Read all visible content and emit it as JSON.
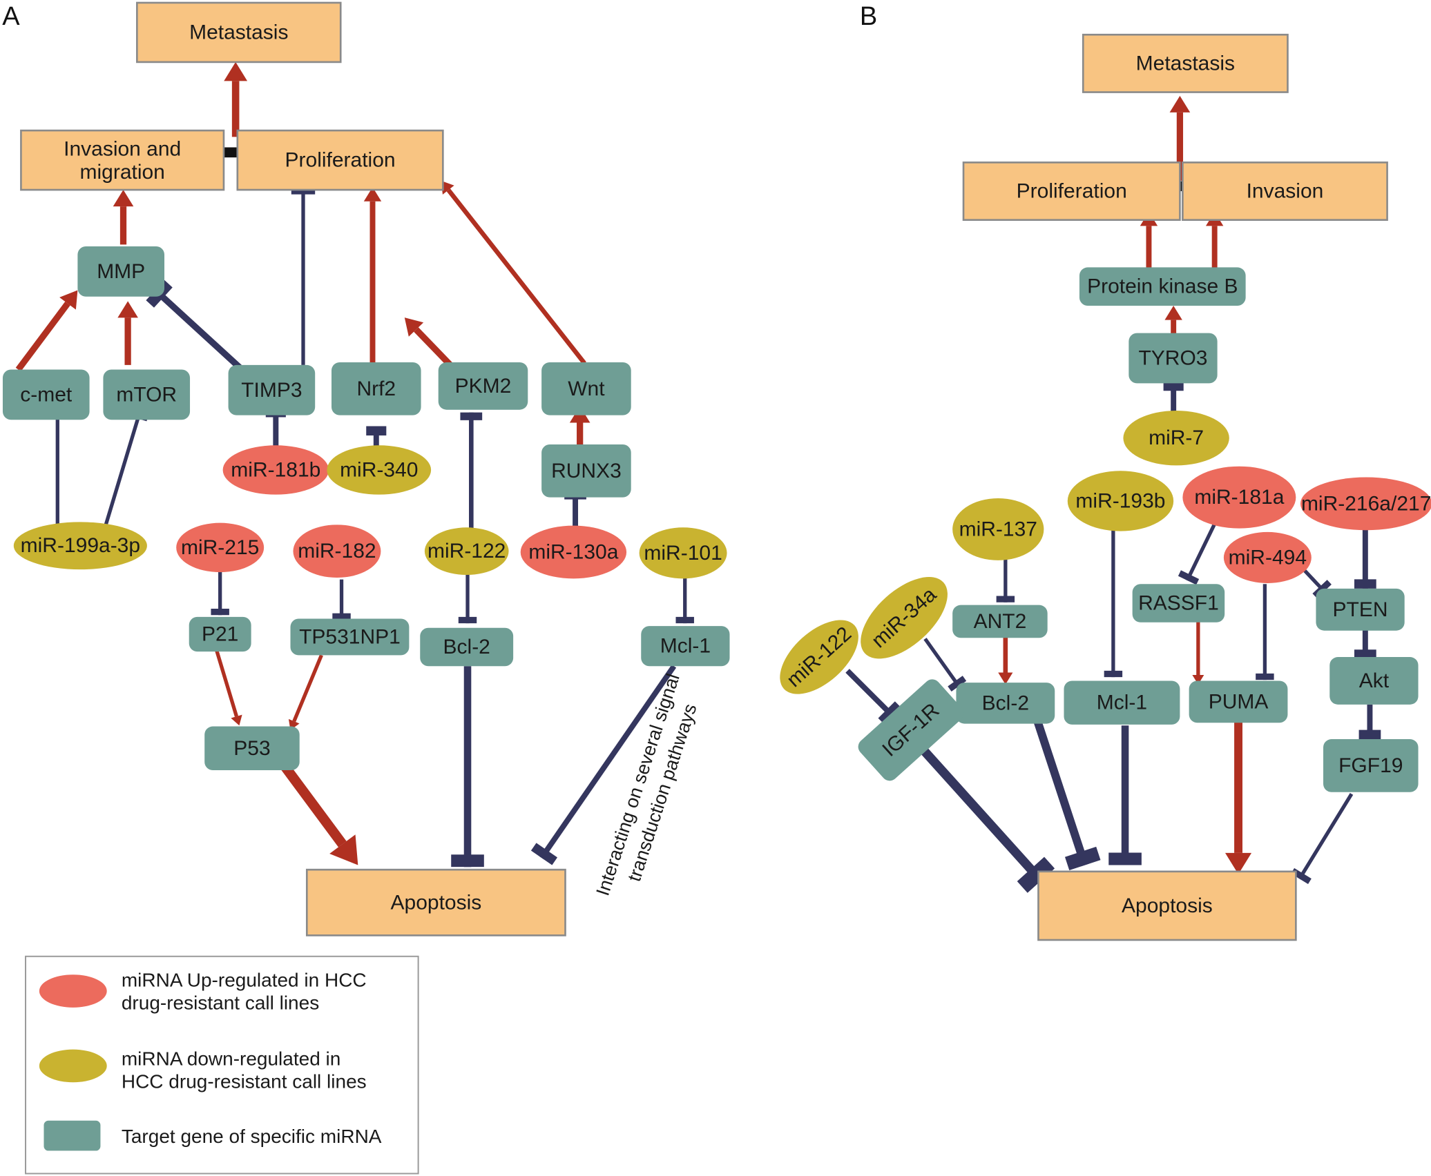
{
  "panels": {
    "a": "A",
    "b": "B"
  },
  "colors": {
    "process_fill": "#f8c482",
    "process_stroke": "#8a8a8a",
    "gene_fill": "#6f9e95",
    "up_mirna": "#ec6b5d",
    "down_mirna": "#c9b330",
    "activation": "#b03021",
    "inhibition": "#34365e",
    "legend_border": "#9a9a9a"
  },
  "panel_a": {
    "metastasis": "Metastasis",
    "invasion_migration": [
      "Invasion and",
      "migration"
    ],
    "proliferation": "Proliferation",
    "apoptosis": "Apoptosis",
    "genes": {
      "mmp": "MMP",
      "cmet": "c-met",
      "mtor": "mTOR",
      "timp3": "TIMP3",
      "nrf2": "Nrf2",
      "pkm2": "PKM2",
      "wnt": "Wnt",
      "runx3": "RUNX3",
      "p21": "P21",
      "tp53inp1": "TP531NP1",
      "bcl2": "Bcl-2",
      "mcl1": "Mcl-1",
      "p53": "P53"
    },
    "mirnas": {
      "mir181b": "miR-181b",
      "mir340": "miR-340",
      "mir199a": "miR-199a-3p",
      "mir215": "miR-215",
      "mir182": "miR-182",
      "mir122": "miR-122",
      "mir130a": "miR-130a",
      "mir101": "miR-101"
    },
    "note": [
      "Interacting on several signal",
      "transduction pathways"
    ]
  },
  "panel_b": {
    "metastasis": "Metastasis",
    "proliferation": "Proliferation",
    "invasion": "Invasion",
    "apoptosis": "Apoptosis",
    "genes": {
      "pkb": "Protein kinase B",
      "tyro3": "TYRO3",
      "ant2": "ANT2",
      "rassf1": "RASSF1",
      "pten": "PTEN",
      "igf1r": "IGF-1R",
      "bcl2": "Bcl-2",
      "mcl1": "Mcl-1",
      "puma": "PUMA",
      "akt": "Akt",
      "fgf19": "FGF19"
    },
    "mirnas": {
      "mir7": "miR-7",
      "mir193b": "miR-193b",
      "mir181a": "miR-181a",
      "mir216a": "miR-216a/217",
      "mir137": "miR-137",
      "mir494": "miR-494",
      "mir34a": "miR-34a",
      "mir122": "miR-122"
    }
  },
  "legend": {
    "up": [
      "miRNA Up-regulated in HCC",
      "drug-resistant call lines"
    ],
    "down": [
      "miRNA down-regulated in",
      "HCC drug-resistant call lines"
    ],
    "target": "Target gene of specific miRNA"
  }
}
